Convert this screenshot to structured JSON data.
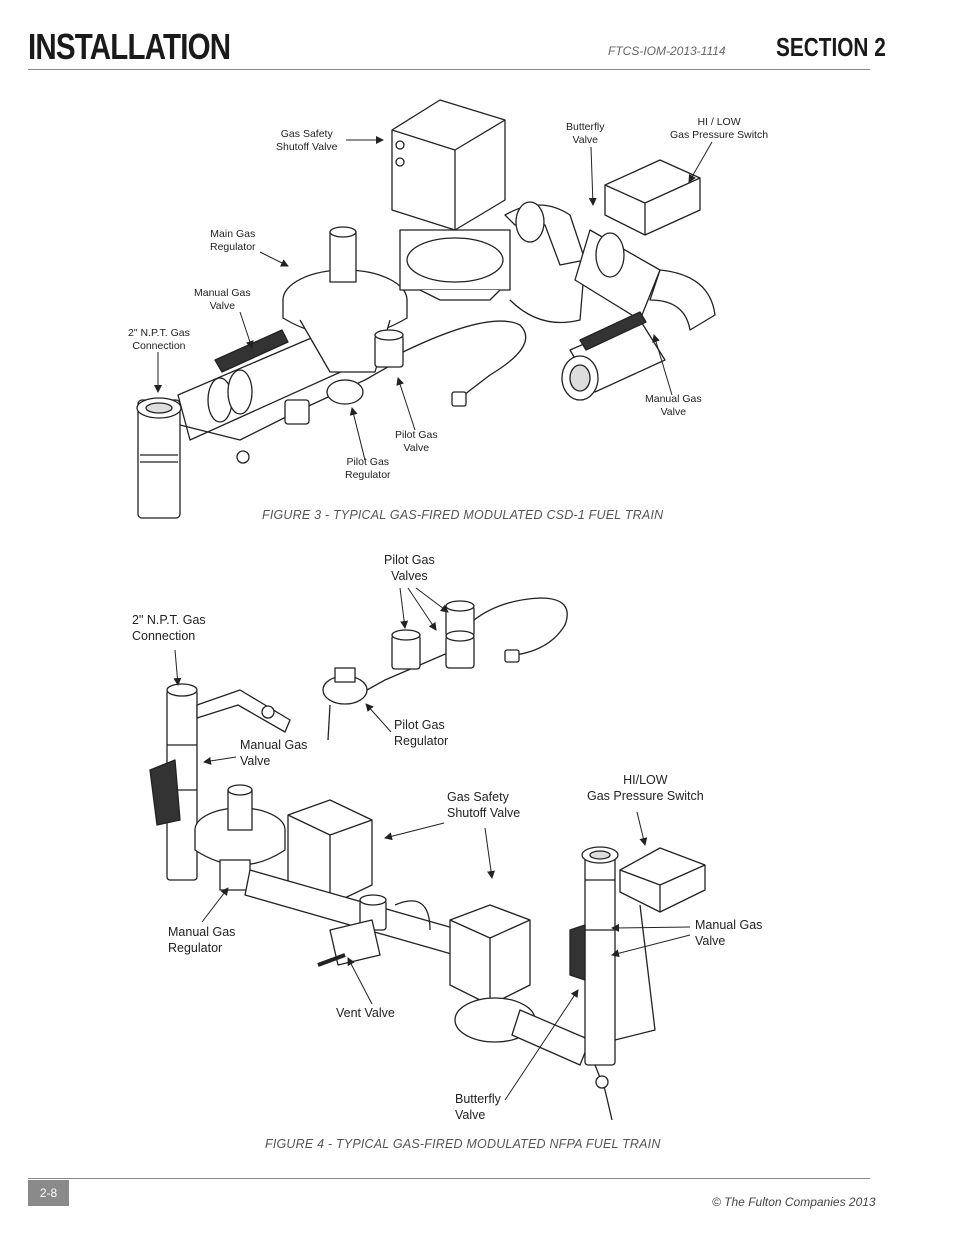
{
  "header": {
    "title": "INSTALLATION",
    "doc_id": "FTCS-IOM-2013-1114",
    "section": "SECTION 2"
  },
  "figure3": {
    "caption": "FIGURE 3 - TYPICAL GAS-FIRED MODULATED CSD-1 FUEL TRAIN",
    "labels": {
      "gas_safety_shutoff": "Gas Safety\nShutoff Valve",
      "butterfly": "Butterfly\nValve",
      "hi_low_switch": "HI / LOW\nGas Pressure Switch",
      "main_regulator": "Main Gas\nRegulator",
      "manual_valve_left": "Manual Gas\nValve",
      "npt_connection": "2\" N.P.T. Gas\nConnection",
      "manual_valve_right": "Manual Gas\nValve",
      "pilot_valve": "Pilot Gas\nValve",
      "pilot_regulator": "Pilot Gas\nRegulator"
    }
  },
  "figure4": {
    "caption": "FIGURE 4 - TYPICAL GAS-FIRED MODULATED NFPA FUEL TRAIN",
    "labels": {
      "pilot_valves": "Pilot Gas\nValves",
      "npt_connection": "2\" N.P.T. Gas\nConnection",
      "pilot_regulator": "Pilot Gas\nRegulator",
      "manual_valve_left": "Manual Gas\nValve",
      "hi_low_switch": "HI/LOW\nGas Pressure Switch",
      "gas_safety_shutoff": "Gas Safety\nShutoff Valve",
      "manual_regulator": "Manual Gas\nRegulator",
      "manual_valve_right": "Manual Gas\nValve",
      "vent_valve": "Vent Valve",
      "butterfly": "Butterfly\nValve"
    }
  },
  "footer": {
    "page_number": "2-8",
    "copyright": "© The Fulton Companies 2013"
  }
}
